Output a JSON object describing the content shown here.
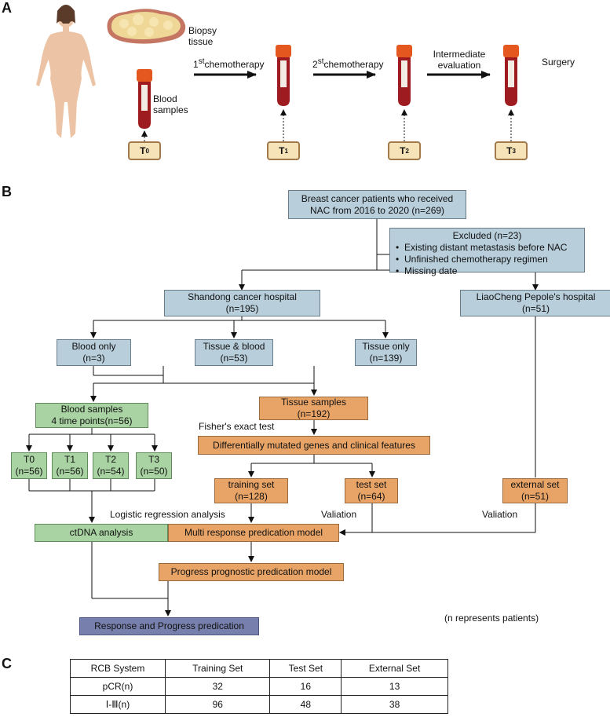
{
  "panels": {
    "a": "A",
    "b": "B",
    "c": "C"
  },
  "panel_a": {
    "biopsy_label": [
      "Biopsy",
      "tissue"
    ],
    "blood_label": [
      "Blood",
      "samples"
    ],
    "chemo1": {
      "sup": "st",
      "prefix": "1",
      "text": "chemotherapy"
    },
    "chemo2": {
      "sup": "st",
      "prefix": "2",
      "text": "chemotherapy"
    },
    "intermediate": [
      "Intermediate",
      "evaluation"
    ],
    "surgery": "Surgery",
    "timepoints": [
      {
        "main": "T",
        "sub": "0"
      },
      {
        "main": "T",
        "sub": "1"
      },
      {
        "main": "T",
        "sub": "2"
      },
      {
        "main": "T",
        "sub": "3"
      }
    ],
    "colors": {
      "blood": "#9e1b20",
      "cap": "#e4571f",
      "tissue": "#efd897",
      "timepoint_fill": "#f6e3b8"
    }
  },
  "flowchart": {
    "top": [
      "Breast cancer  patients who received",
      "NAC from 2016 to 2020 (n=269)"
    ],
    "excluded": {
      "title": "Excluded (n=23)",
      "items": [
        "Existing distant metastasis before NAC",
        "Unfinished chemotherapy regimen",
        "Missing date"
      ]
    },
    "shandong": [
      "Shandong cancer hospital",
      "(n=195)"
    ],
    "liaocheng": [
      "LiaoCheng Pepole's hospital",
      "(n=51)"
    ],
    "blood_only": [
      "Blood only",
      "(n=3)"
    ],
    "tissue_blood": [
      "Tissue & blood",
      "(n=53)"
    ],
    "tissue_only": [
      "Tissue only",
      "(n=139)"
    ],
    "blood_samples": [
      "Blood samples",
      "4 time points(n=56)"
    ],
    "tissue_samples": [
      "Tissue  samples",
      "(n=192)"
    ],
    "fisher": "Fisher's exact test",
    "diff_genes": "Differentially mutated genes and clinical features",
    "timepoint_boxes": [
      [
        "T0",
        "(n=56)"
      ],
      [
        "T1",
        "(n=56)"
      ],
      [
        "T2",
        "(n=54)"
      ],
      [
        "T3",
        "(n=50)"
      ]
    ],
    "training": [
      "training set",
      "(n=128)"
    ],
    "test": [
      "test set",
      "(n=64)"
    ],
    "external": [
      "external set",
      "(n=51)"
    ],
    "logistic": "Logistic regression analysis",
    "valiation1": "Valiation",
    "valiation2": "Valiation",
    "ctdna": "ctDNA analysis",
    "multi_model": "Multi response predication model",
    "progress_model": "Progress prognostic predication model",
    "final": "Response and Progress predication",
    "note": "(n represents patients)",
    "colors": {
      "blue": "#b8cedb",
      "green": "#a9d3a2",
      "orange": "#e8a467",
      "purple": "#7780ad"
    }
  },
  "table": {
    "headers": [
      "RCB System",
      "Training Set",
      "Test Set",
      "External Set"
    ],
    "rows": [
      [
        "pCR(n)",
        "32",
        "16",
        "13"
      ],
      [
        "Ⅰ-Ⅲ(n)",
        "96",
        "48",
        "38"
      ]
    ]
  }
}
